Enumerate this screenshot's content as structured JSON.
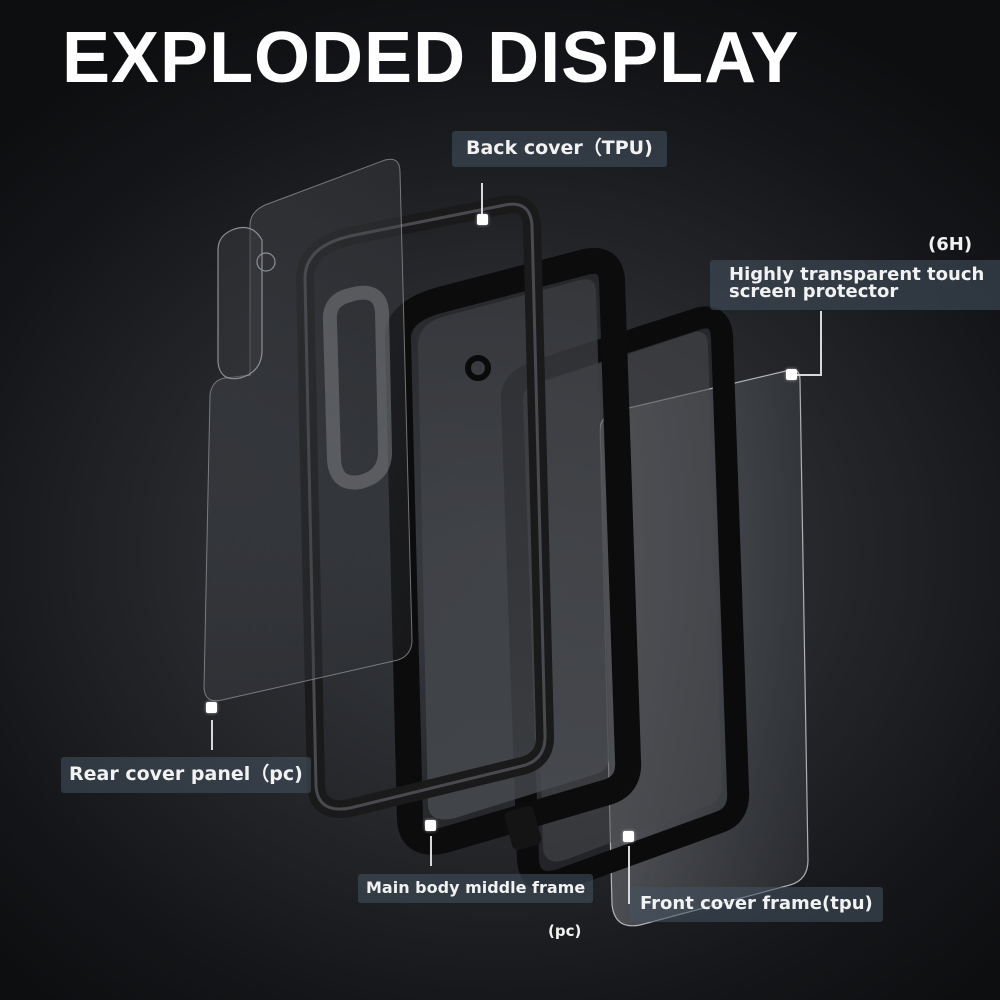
{
  "title": "EXPLODED DISPLAY",
  "labels": {
    "back_cover": "Back cover（TPU)",
    "screen_protector_hardness": "(6H)",
    "screen_protector_line1": "Highly transparent touch",
    "screen_protector_line2": "screen protector",
    "rear_cover_panel": "Rear cover panel（pc)",
    "main_body_frame": "Main body middle frame",
    "main_body_material": "(pc)",
    "front_cover_frame": "Front cover frame(tpu)"
  },
  "components": [
    {
      "name": "Rear cover panel",
      "material": "pc"
    },
    {
      "name": "Back cover",
      "material": "TPU"
    },
    {
      "name": "Main body middle frame",
      "material": "pc"
    },
    {
      "name": "Front cover frame",
      "material": "tpu"
    },
    {
      "name": "Highly transparent touch screen protector",
      "hardness": "6H"
    }
  ],
  "colors": {
    "background": "#1a1b1e",
    "label_box": "#3e4a56",
    "text": "#ffffff",
    "frame": "#0e0e0f"
  }
}
